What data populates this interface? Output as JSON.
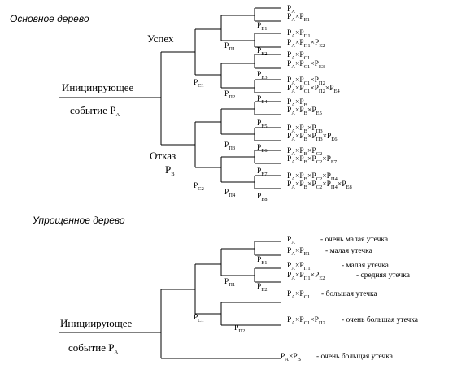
{
  "main_tree": {
    "title": "Основное дерево",
    "initiating_line1": "Инициирующее",
    "initiating_line2": "событие",
    "initiating_prob": "P",
    "initiating_prob_sub": "A",
    "success_label": "Успех",
    "failure_label": "Отказ",
    "failure_prob": "P",
    "failure_prob_sub": "B",
    "branch_probs": [
      {
        "p": "P",
        "sub": "E1"
      },
      {
        "p": "P",
        "sub": "E2"
      },
      {
        "p": "P",
        "sub": "E3"
      },
      {
        "p": "P",
        "sub": "E4"
      },
      {
        "p": "P",
        "sub": "E5"
      },
      {
        "p": "P",
        "sub": "E6"
      },
      {
        "p": "P",
        "sub": "E7"
      },
      {
        "p": "P",
        "sub": "E8"
      },
      {
        "p": "P",
        "sub": "П1"
      },
      {
        "p": "P",
        "sub": "П2"
      },
      {
        "p": "P",
        "sub": "C1"
      },
      {
        "p": "P",
        "sub": "П3"
      },
      {
        "p": "P",
        "sub": "П4"
      },
      {
        "p": "P",
        "sub": "C2"
      }
    ],
    "leaves": [
      "P_A",
      "P_A×P_E1",
      "P_A×P_П1",
      "P_A×P_П1×P_E2",
      "P_A×P_C1",
      "P_A×P_C1×P_E3",
      "P_A×P_C1×P_П2",
      "P_A×P_C1×P_П2×P_E4",
      "P_A×P_B",
      "P_A×P_B×P_E5",
      "P_A×P_B×P_П3",
      "P_A×P_B×P_П3×P_E6",
      "P_A×P_B×P_C2",
      "P_A×P_B×P_C2×P_E7",
      "P_A×P_B×P_C2×P_П4",
      "P_A×P_B×P_C2×P_П4×P_E8"
    ]
  },
  "simplified_tree": {
    "title": "Упрощенное дерево",
    "initiating_line1": "Инициирующее",
    "initiating_line2": "событие",
    "initiating_prob": "P",
    "initiating_prob_sub": "A",
    "branch_probs": [
      {
        "p": "P",
        "sub": "E1"
      },
      {
        "p": "P",
        "sub": "П1"
      },
      {
        "p": "P",
        "sub": "E2"
      },
      {
        "p": "P",
        "sub": "C1"
      },
      {
        "p": "P",
        "sub": "П2"
      }
    ],
    "leaves": [
      {
        "formula": "P_A",
        "desc": "- очень малая утечка"
      },
      {
        "formula": "P_A×P_E1",
        "desc": "- малая утечка"
      },
      {
        "formula": "P_A×P_П1",
        "desc": "- малая утечка"
      },
      {
        "formula": "P_A×P_П1×P_E2",
        "desc": "- средняя утечка"
      },
      {
        "formula": "P_A×P_C1",
        "desc": "- большая утечка"
      },
      {
        "formula": "P_A×P_C1×P_П2",
        "desc": "- очень большая утечка"
      },
      {
        "formula": "P_A×P_B",
        "desc": "- очень больщая утечка"
      }
    ]
  }
}
